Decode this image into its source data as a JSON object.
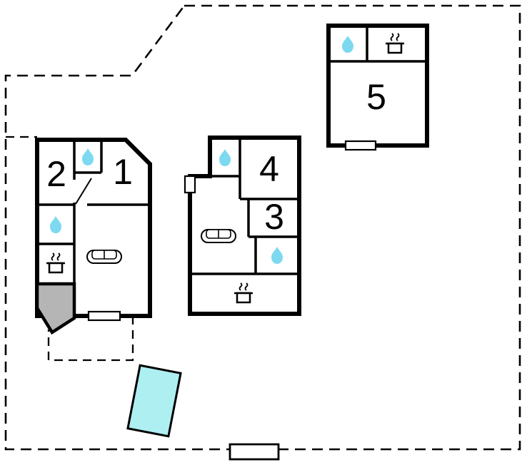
{
  "diagram": {
    "type": "floor-plan",
    "description": "Property floor plan with three buildings, five numbered rooms, porch and swimming pool"
  },
  "colors": {
    "property_fill": "#e7e7e7",
    "outside": "#ffffff",
    "wall": "#000000",
    "building_fill": "#ffffff",
    "water_drop": "#7cd9f0",
    "pool_fill": "#aeeff2",
    "porch_fill": "#b5b5b5"
  },
  "rooms": {
    "r1": "1",
    "r2": "2",
    "r3": "3",
    "r4": "4",
    "r5": "5"
  },
  "buildings": [
    {
      "id": "unit-1-2",
      "rooms": [
        "1",
        "2"
      ],
      "features": [
        "water-drop",
        "water-drop",
        "stove-pot",
        "sofa",
        "porch",
        "entrance-door"
      ]
    },
    {
      "id": "unit-3-4",
      "rooms": [
        "3",
        "4"
      ],
      "features": [
        "water-drop",
        "water-drop",
        "stove-pot",
        "sofa",
        "window"
      ]
    },
    {
      "id": "unit-5",
      "rooms": [
        "5"
      ],
      "features": [
        "water-drop",
        "stove-pot",
        "entrance-door"
      ]
    }
  ],
  "icons": {
    "water_drop_icon": "teardrop glyph (water / bathroom)",
    "stove_pot_icon": "pot with steam (kitchen)",
    "sofa_icon": "sofa top view (living area)",
    "door_icon": "white rectangle opening in wall",
    "window_icon": "white rectangle on wall",
    "pool_icon": "rotated rectangle (swimming pool)",
    "gate_icon": "white rectangle on boundary"
  }
}
